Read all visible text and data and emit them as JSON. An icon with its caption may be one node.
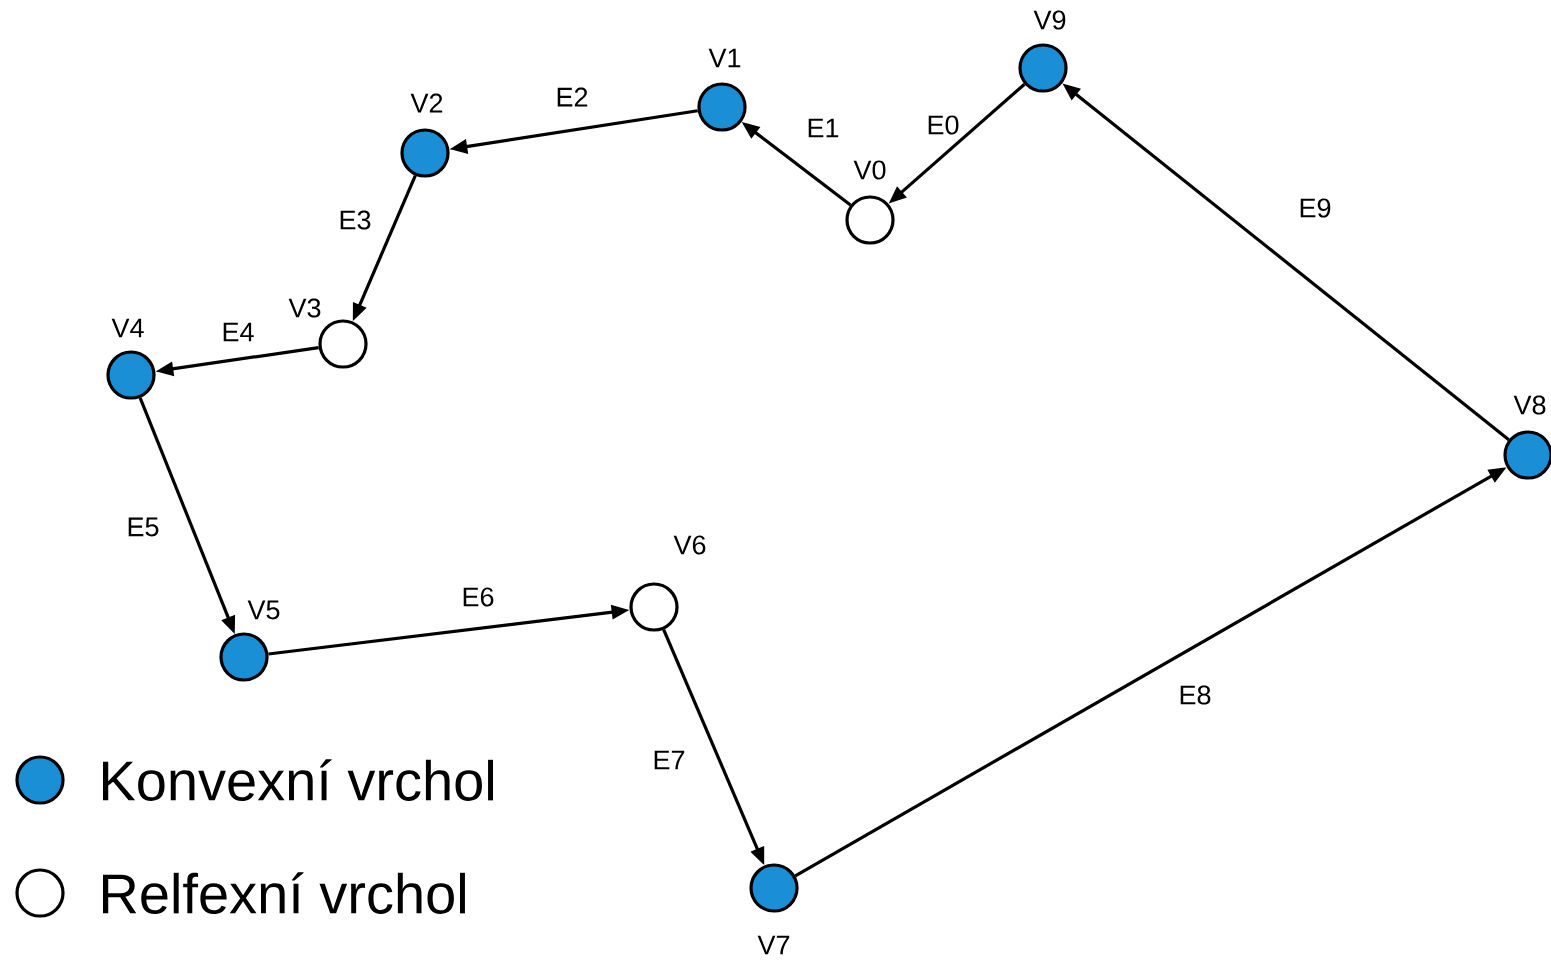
{
  "diagram": {
    "nodes": [
      {
        "text": [
          "V0"
        ]
      },
      {
        "text": [
          "V1"
        ]
      },
      {
        "text": [
          "V2"
        ]
      },
      {
        "text": [
          "V3"
        ]
      },
      {
        "text": [
          "V4"
        ]
      },
      {
        "text": [
          "V5"
        ]
      },
      {
        "text": [
          "V6"
        ]
      },
      {
        "text": [
          "V7"
        ]
      },
      {
        "text": [
          "V8"
        ]
      },
      {
        "text": [
          "V9"
        ]
      }
    ],
    "edges": [
      {
        "from": 9,
        "to": 0,
        "arrow": "to",
        "label": "E0"
      },
      {
        "from": 0,
        "to": 1,
        "arrow": "to",
        "label": "E1"
      },
      {
        "from": 1,
        "to": 2,
        "arrow": "to",
        "label": "E2"
      },
      {
        "from": 2,
        "to": 3,
        "arrow": "to",
        "label": "E3"
      },
      {
        "from": 3,
        "to": 4,
        "arrow": "to",
        "label": "E4"
      },
      {
        "from": 4,
        "to": 5,
        "arrow": "to",
        "label": "E5"
      },
      {
        "from": 5,
        "to": 6,
        "arrow": "to",
        "label": "E6"
      },
      {
        "from": 6,
        "to": 7,
        "arrow": "to",
        "label": "E7"
      },
      {
        "from": 7,
        "to": 8,
        "arrow": "to",
        "label": "E8"
      },
      {
        "from": 8,
        "to": 9,
        "arrow": "to",
        "label": "E9"
      }
    ],
    "legend": [
      {
        "text": "Konvexní vrchol",
        "color": "#1b8fd6"
      },
      {
        "text": "Relfexní vrchol"
      }
    ]
  }
}
